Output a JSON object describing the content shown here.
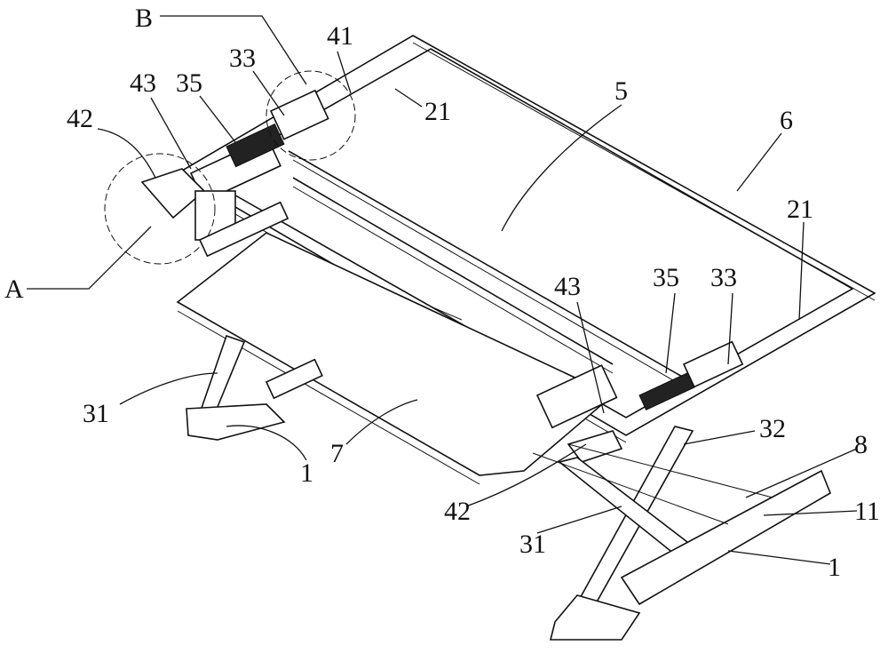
{
  "figure": {
    "labels": [
      "B",
      "41",
      "33",
      "35",
      "43",
      "42",
      "21",
      "5",
      "6",
      "A",
      "21",
      "43",
      "35",
      "33",
      "31",
      "32",
      "8",
      "7",
      "1",
      "42",
      "11",
      "31",
      "1"
    ]
  }
}
